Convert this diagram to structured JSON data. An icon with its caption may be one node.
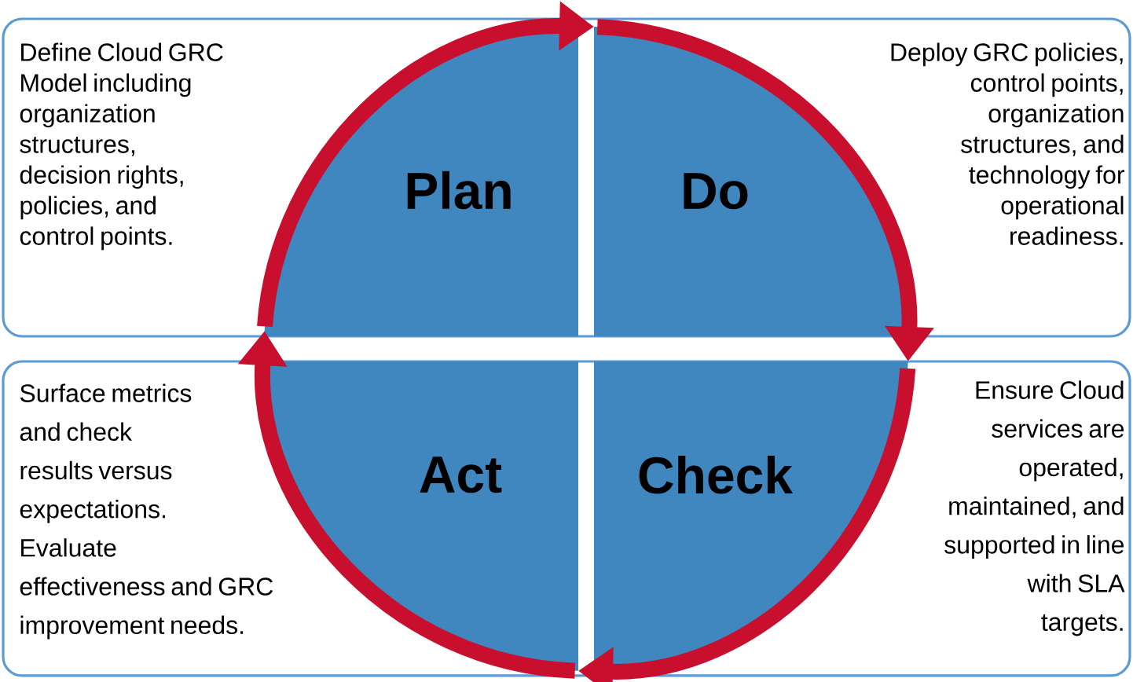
{
  "diagram": {
    "nodes": [
      {
        "text": [
          "Define Cloud GRC Model including organization structures, decision rights, policies, and control points.",
          "Deploy GRC policies, control points, organization structures, and technology for operational readiness."
        ]
      },
      {
        "text": [
          "Surface metrics and check results versus expectations. Evaluate effectiveness and GRC improvement needs.",
          "Ensure Cloud services are operated, maintained, and supported in line with SLA targets."
        ]
      },
      {
        "text": [
          "Plan"
        ],
        "in": 0
      },
      {
        "text": [
          "Do"
        ],
        "in": 0
      },
      {
        "text": [
          "Check"
        ],
        "in": 1
      },
      {
        "text": [
          "Act"
        ],
        "in": 1
      }
    ],
    "edges": [
      {
        "from": 2,
        "to": 3,
        "arrow": "to"
      },
      {
        "from": 3,
        "to": 4,
        "arrow": "to"
      },
      {
        "from": 4,
        "to": 5,
        "arrow": "to"
      },
      {
        "from": 5,
        "to": 2,
        "arrow": "to"
      }
    ]
  }
}
